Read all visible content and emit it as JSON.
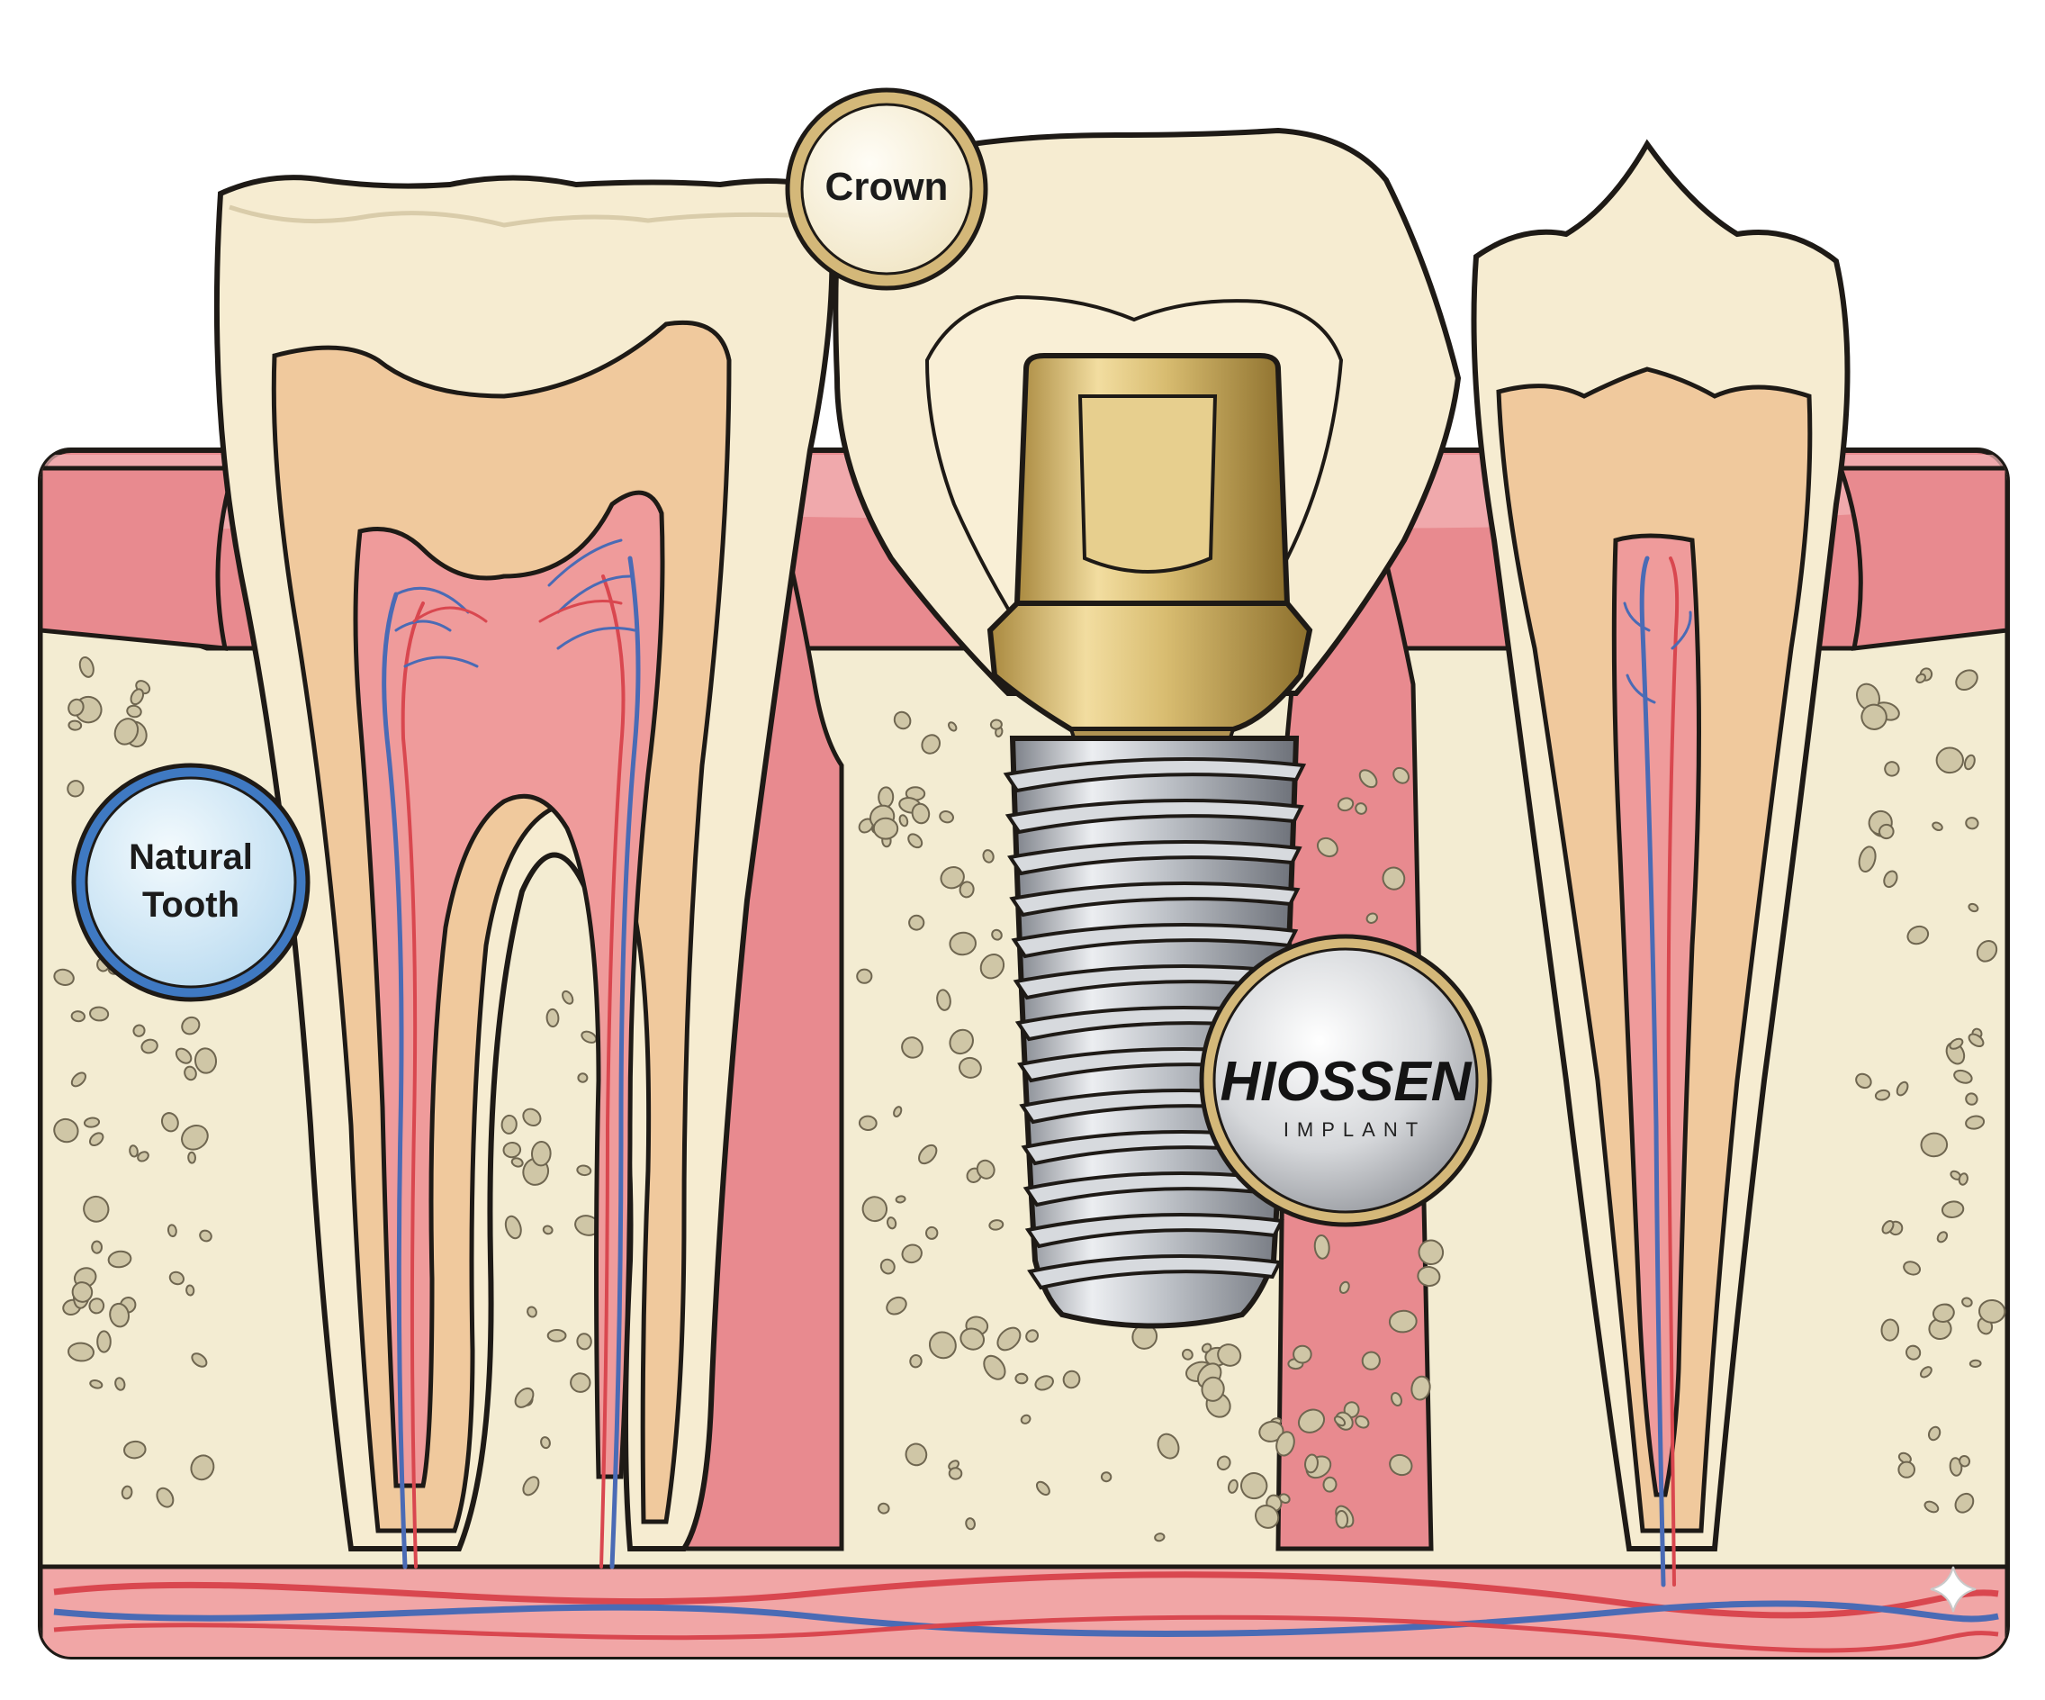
{
  "labels": {
    "crown": "Crown",
    "natural_tooth_line1": "Natural",
    "natural_tooth_line2": "Tooth"
  },
  "logo": {
    "brand": "HIOSSEN",
    "subtitle": "IMPLANT"
  },
  "colors": {
    "outline": "#1e1a16",
    "gum": "#e88a8f",
    "gum_light": "#f6c2c2",
    "bone": "#f3ecd2",
    "enamel": "#f6ecd1",
    "dentin": "#f0c99d",
    "pulp": "#ef9b9b",
    "abutment_gold": "#d8bc70",
    "implant_silver": "#bcc0c6",
    "crown_badge_ring": "#d4b879",
    "natural_badge_ring": "#3f79c2",
    "natural_badge_fill": "#d8ecf8",
    "nerve_red": "#d9474f",
    "nerve_blue": "#4a6bb5"
  }
}
